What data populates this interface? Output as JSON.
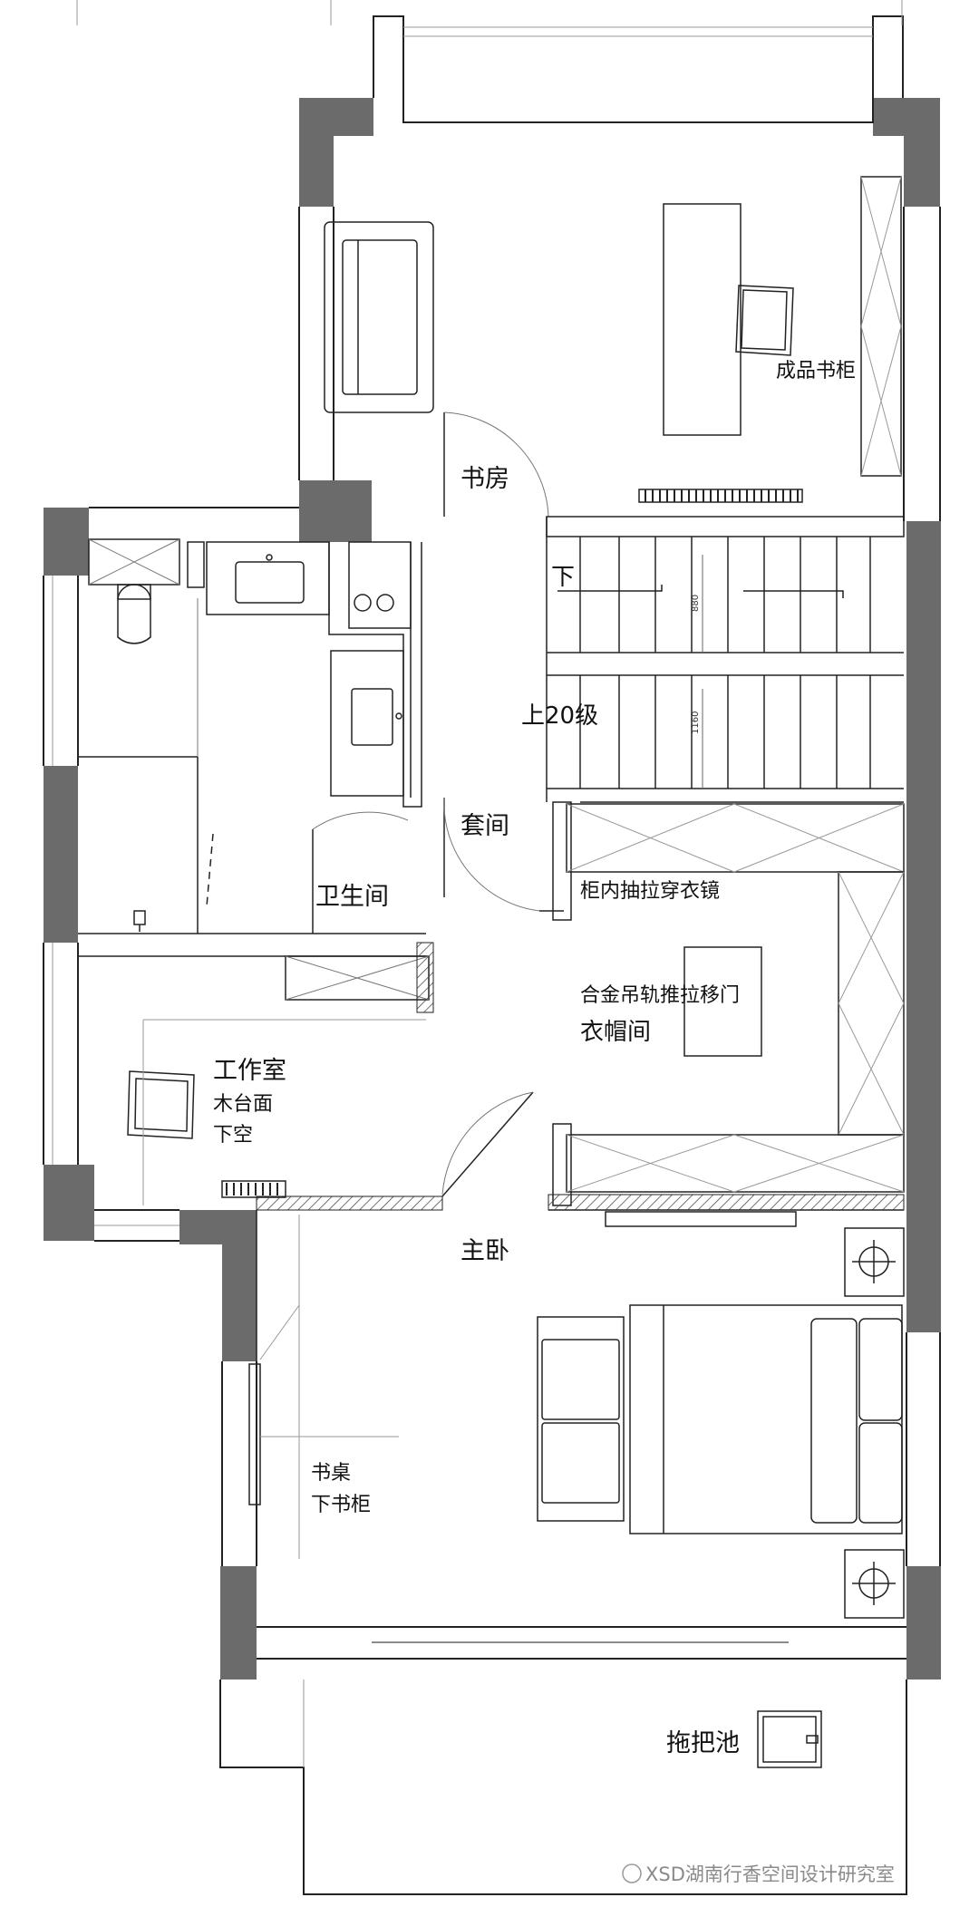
{
  "rooms": {
    "study": "书房",
    "bookcase": "成品书柜",
    "stair_down": "下",
    "stair_up": "上20级",
    "suite": "套间",
    "bathroom": "卫生间",
    "mirror": "柜内抽拉穿衣镜",
    "sliding_door": "合金吊轨推拉移门",
    "closet": "衣帽间",
    "workroom": "工作室",
    "counter_1": "木台面",
    "counter_2": "下空",
    "master": "主卧",
    "desk_1": "书桌",
    "desk_2": "下书柜",
    "mop_sink": "拖把池"
  },
  "dims": {
    "upper": "880",
    "lower": "1160"
  },
  "watermark": "XSD湖南行香空间设计研究室",
  "colors": {
    "wall": "#6b6b6b",
    "line": "#222222",
    "thin": "#8a8a8a"
  }
}
